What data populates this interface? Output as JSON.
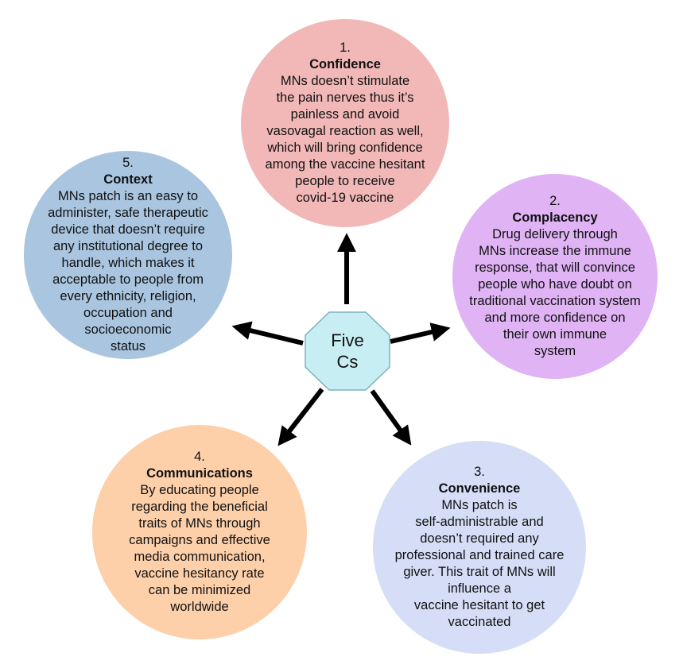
{
  "colors": {
    "confidence": "#f2b8b8",
    "complacency": "#dfb3f4",
    "convenience": "#d6def7",
    "communications": "#fdd0aa",
    "context": "#a9c5e0",
    "center_fill": "#c7eef2",
    "center_stroke": "#7fb3bb",
    "arrow": "#000000"
  },
  "center": {
    "line1": "Five",
    "line2": "Cs"
  },
  "items": [
    {
      "number": "1.",
      "title": "Confidence",
      "text": "MNs doesn’t stimulate\nthe pain nerves thus it’s\npainless and avoid\nvasovagal reaction as well,\nwhich will bring confidence\namong the vaccine hesitant\npeople to receive\ncovid-19 vaccine"
    },
    {
      "number": "2.",
      "title": "Complacency",
      "text": "Drug delivery through\nMNs increase the immune\nresponse, that will convince\npeople who have doubt on\ntraditional vaccination system\nand more confidence on\ntheir own immune\nsystem"
    },
    {
      "number": "3.",
      "title": "Convenience",
      "text": "MNs patch is\nself-administrable and\ndoesn’t required any\nprofessional and trained care\ngiver. This trait of MNs will\ninfluence a\nvaccine hesitant to get\nvaccinated"
    },
    {
      "number": "4.",
      "title": "Communications",
      "text": "By educating people\nregarding the beneficial\ntraits of MNs through\ncampaigns and effective\nmedia communication,\nvaccine hesitancy rate\ncan be minimized\nworldwide"
    },
    {
      "number": "5.",
      "title": "Context",
      "text": "MNs patch is an easy to\nadminister, safe therapeutic\ndevice that doesn’t require\nany institutional degree to\nhandle, which makes it\nacceptable to people from\nevery ethnicity, religion,\noccupation and\nsocioeconomic\nstatus"
    }
  ]
}
